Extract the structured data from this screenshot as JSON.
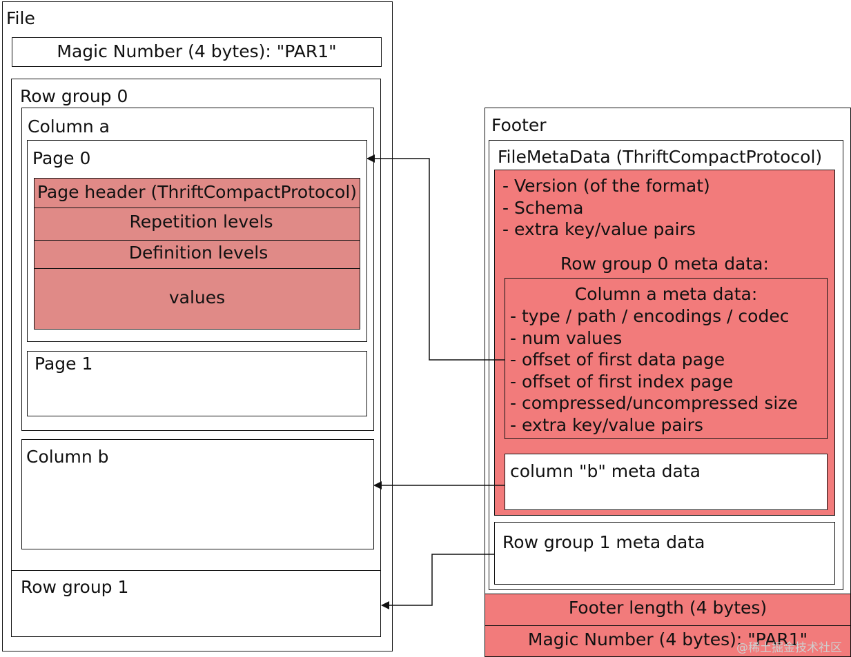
{
  "file": {
    "title": "File",
    "magic_number": "Magic Number (4 bytes): \"PAR1\"",
    "row_group_0": {
      "title": "Row group 0",
      "column_a": {
        "title": "Column a",
        "page_0": {
          "title": "Page 0",
          "header": "Page header (ThriftCompactProtocol)",
          "repetition_levels": "Repetition levels",
          "definition_levels": "Definition levels",
          "values": "values"
        },
        "page_1": {
          "title": "Page 1"
        }
      },
      "column_b": {
        "title": "Column b"
      }
    },
    "row_group_1": {
      "title": "Row group 1"
    }
  },
  "footer": {
    "title": "Footer",
    "file_metadata": {
      "title": "FileMetaData (ThriftCompactProtocol)",
      "items": [
        "- Version (of the format)",
        "- Schema",
        "- extra key/value pairs"
      ],
      "row_group_0_meta": {
        "title": "Row group 0 meta data:",
        "column_a_meta": {
          "title": "Column a meta data:",
          "items": [
            "- type / path / encodings / codec",
            "-  num values",
            "- offset of first data page",
            "- offset of first index page",
            "- compressed/uncompressed size",
            "- extra key/value pairs"
          ]
        },
        "column_b_meta": "column \"b\" meta data"
      },
      "row_group_1_meta": "Row group 1 meta data"
    },
    "footer_length": "Footer length (4 bytes)",
    "magic_number": "Magic Number (4 bytes): \"PAR1\""
  },
  "watermark": "@稀土掘金技术社区",
  "colors": {
    "metadata_fill": "#f27b7b",
    "page_fill": "#e08a87",
    "stroke": "#111111"
  }
}
